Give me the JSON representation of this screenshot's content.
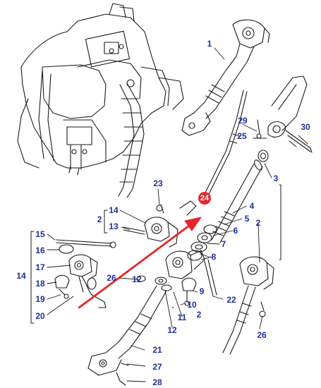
{
  "colors": {
    "line": "#1a1a1a",
    "label": "#1d2f9a",
    "arrow": "#e5262b",
    "highlight": "#e5262b"
  },
  "highlight": {
    "part": "24"
  },
  "callouts": {
    "c1": "1",
    "c2a": "2",
    "c2b": "2",
    "c2c": "2",
    "c3": "3",
    "c4": "4",
    "c5": "5",
    "c6": "6",
    "c7": "7",
    "c8": "8",
    "c9": "9",
    "c10": "10",
    "c11": "11",
    "c12a": "12",
    "c12b": "12",
    "c13": "13",
    "c14a": "14",
    "c14b": "14",
    "c15": "15",
    "c16": "16",
    "c17": "17",
    "c18": "18",
    "c19": "19",
    "c20": "20",
    "c21": "21",
    "c22": "22",
    "c23": "23",
    "c25": "25",
    "c26a": "26",
    "c26b": "26",
    "c27": "27",
    "c28": "28",
    "c29": "29",
    "c30": "30"
  }
}
